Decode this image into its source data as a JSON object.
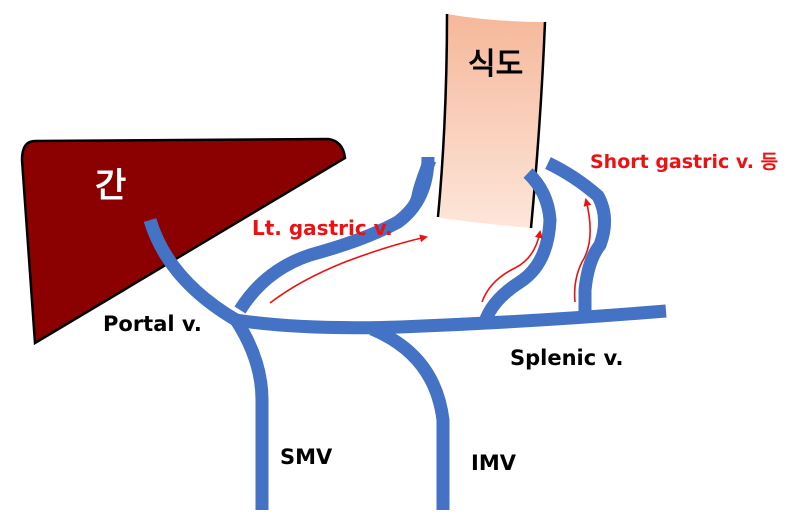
{
  "colors": {
    "liver": "#8b0000",
    "vein": "#4472c4",
    "esophagus_top": "#f5b89a",
    "esophagus_bottom": "#fde6da",
    "flow_arrow": "#ee1111",
    "dark_label": "#000000",
    "collateral_label": "#ee1111"
  },
  "liver": {
    "label": "간"
  },
  "esophagus": {
    "label": "식도"
  },
  "labels": {
    "portal_vein": "Portal v.",
    "splenic_vein": "Splenic v.",
    "smv": "SMV",
    "imv": "IMV",
    "left_gastric_vein": "Lt. gastric v.",
    "short_gastric_vein": "Short gastric v. 등"
  },
  "flow_arrows": {
    "count_shown": 3,
    "direction": "toward esophagus"
  }
}
